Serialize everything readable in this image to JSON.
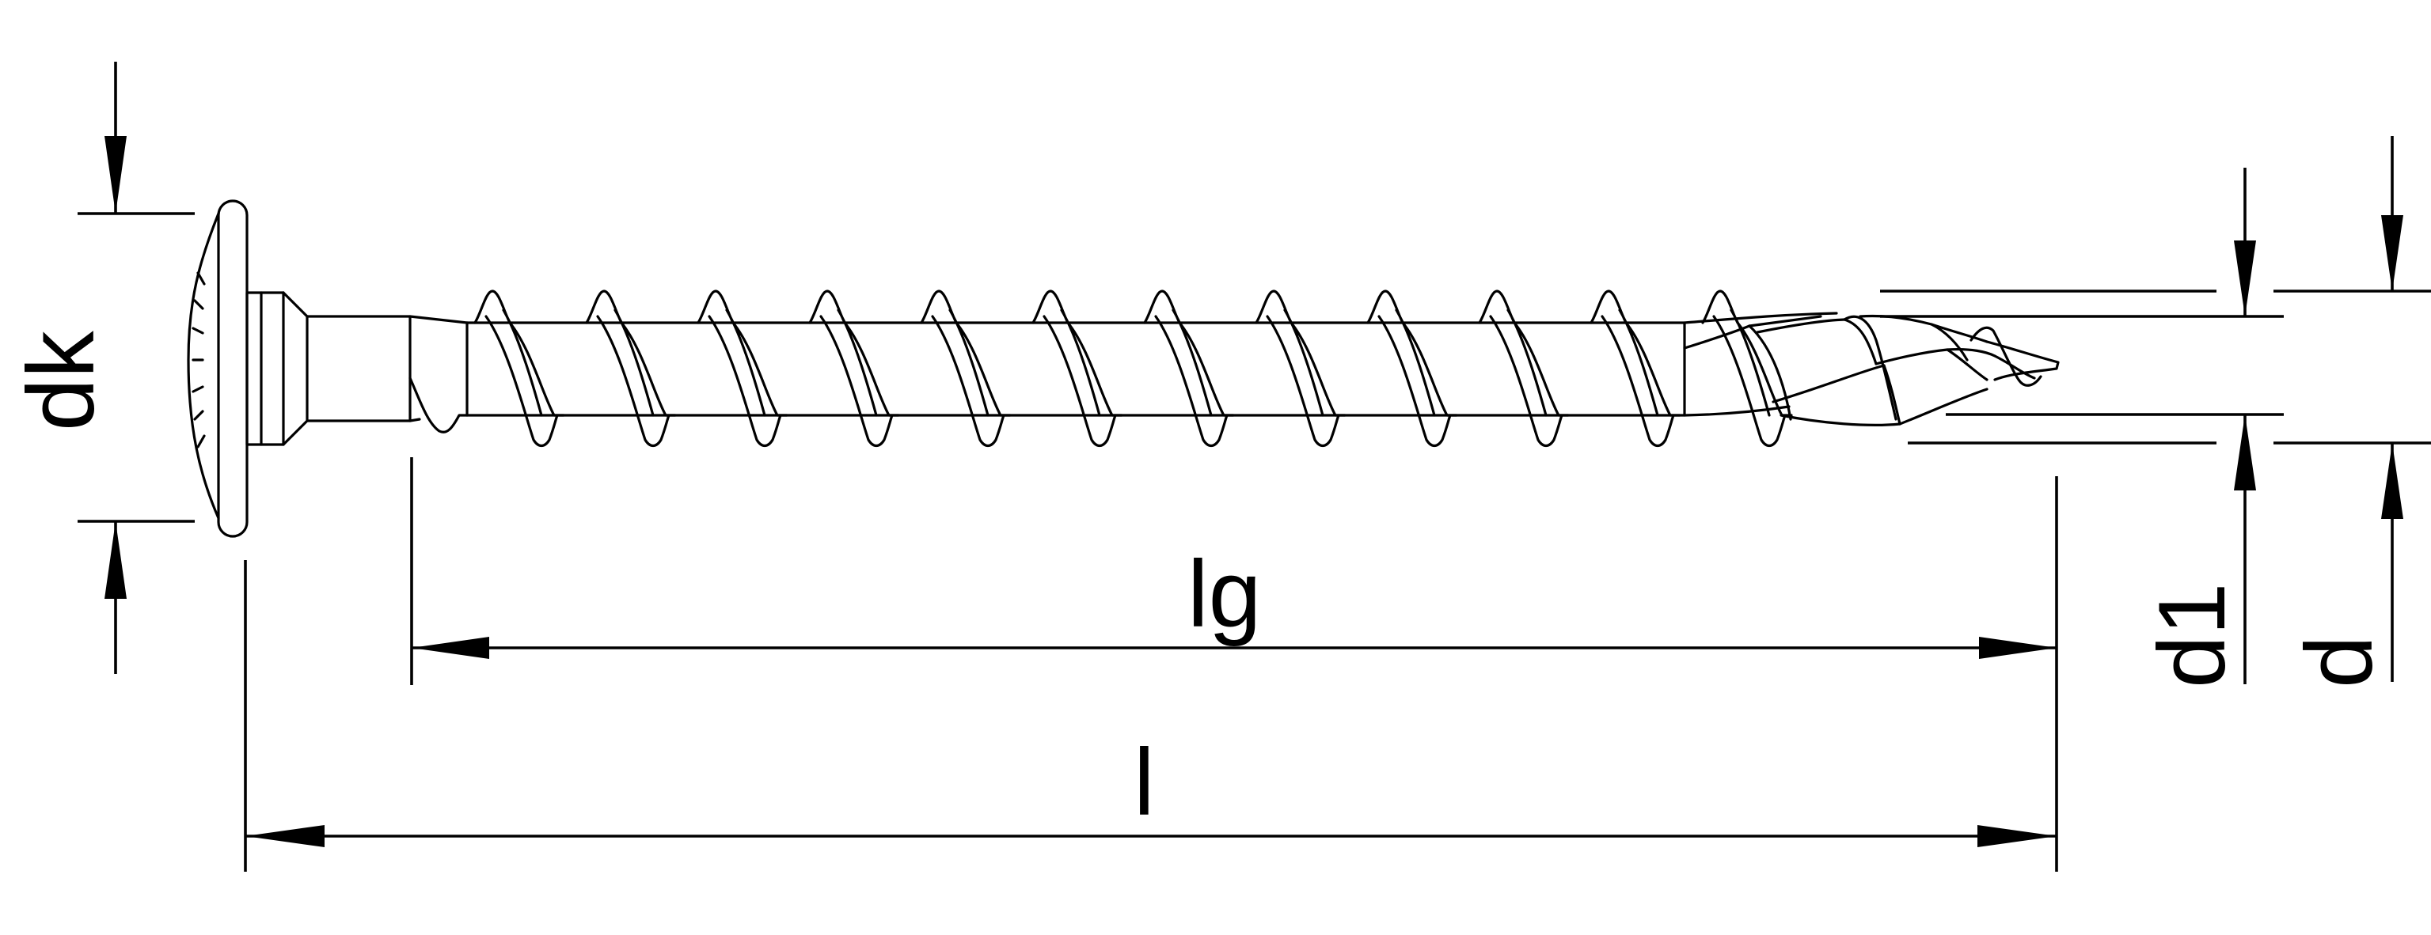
{
  "dimensions": {
    "dk": "dk",
    "lg": "lg",
    "l": "l",
    "d1": "d1",
    "d": "d"
  },
  "style": {
    "line_color": "#000000",
    "background": "#ffffff"
  }
}
